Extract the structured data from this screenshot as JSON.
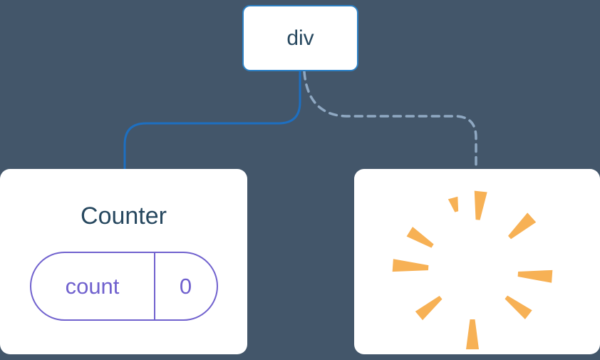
{
  "root_node": {
    "label": "div"
  },
  "counter_card": {
    "title": "Counter",
    "state_name": "count",
    "state_value": "0"
  },
  "poof_card": {
    "icon": "poof-burst-icon"
  },
  "connectors": {
    "left_link_style": "solid",
    "right_link_style": "dashed"
  },
  "colors": {
    "background": "#43566A",
    "card_background": "#FFFFFF",
    "root_node_border": "#2D81C5",
    "node_text": "#27485F",
    "solid_connector": "#1E6FC0",
    "dashed_connector": "#8FA8C2",
    "state_pill": "#7061CE",
    "poof_burst": "#F7B155"
  }
}
